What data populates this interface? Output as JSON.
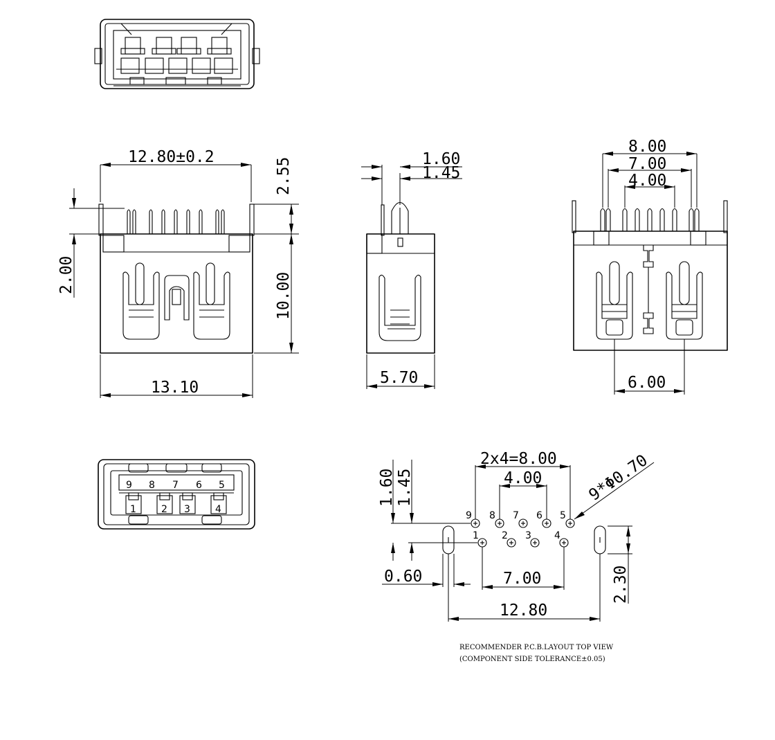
{
  "front_view": {
    "width_top": "12.80±0.2",
    "width_bottom": "13.10",
    "pin_height": "2.55",
    "body_height": "10.00",
    "step_height": "2.00"
  },
  "side_view": {
    "offset_a": "1.60",
    "offset_b": "1.45",
    "depth": "5.70"
  },
  "back_view": {
    "outer_span": "8.00",
    "mid_span": "7.00",
    "inner_span": "4.00",
    "lower_span": "6.00"
  },
  "port_view": {
    "pins_top": [
      "9",
      "8",
      "7",
      "6",
      "5"
    ],
    "pins_bottom": [
      "1",
      "2",
      "3",
      "4"
    ]
  },
  "pcb_layout": {
    "pitch_total": "2x4=8.00",
    "inner_pitch": "4.00",
    "hole_spec": "9*Φ0.70",
    "row_offset_a": "1.60",
    "row_offset_b": "1.45",
    "row_pitch": "7.00",
    "slot_width": "0.60",
    "slot_span": "12.80",
    "slot_height": "2.30",
    "hole_labels_top": [
      "9",
      "8",
      "7",
      "6",
      "5"
    ],
    "hole_labels_bottom": [
      "1",
      "2",
      "3",
      "4"
    ],
    "note_line1": "RECOMMENDER P.C.B.LAYOUT TOP VIEW",
    "note_line2": "(COMPONENT SIDE TOLERANCE±0.05)"
  }
}
